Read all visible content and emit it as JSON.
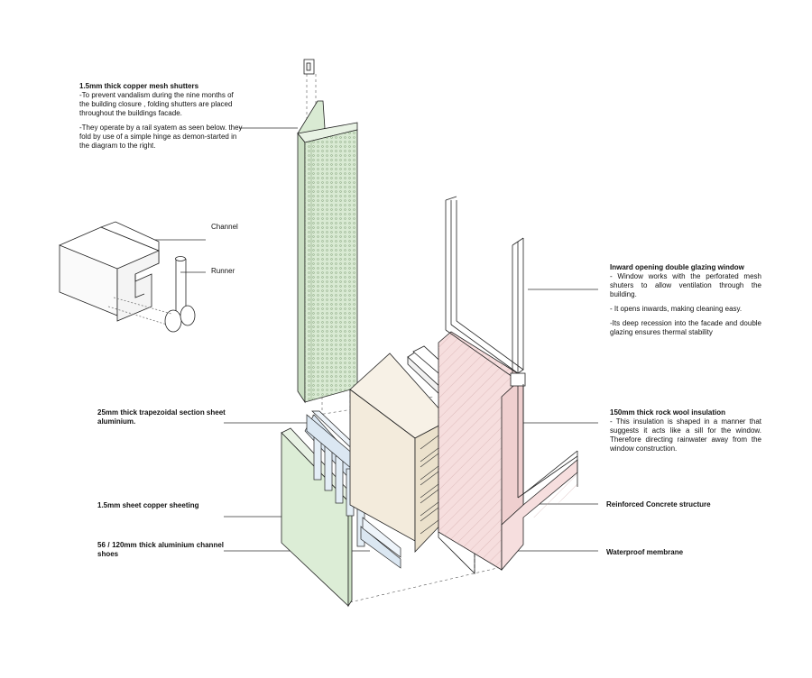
{
  "annotations": {
    "shutters": {
      "title": "1.5mm thick copper mesh shutters",
      "p1": "-To prevent vandalism during the nine months of the building closure , folding shutters are placed throughout the buildings facade.",
      "p2": "-They operate by a rail syatem as seen below. they fold by use of a simple hinge as demon-started in the diagram to the right."
    },
    "channel": "Channel",
    "runner": "Runner",
    "window": {
      "title": "Inward opening double glazing window",
      "p1": "- Window works with the perforated mesh shuters to allow ventilation through the building.",
      "p2": "- It opens inwards, making cleaning easy.",
      "p3": "-Its deep recession into the facade and double glazing ensures thermal stability"
    },
    "trapezoidal": "25mm thick trapezoidal section sheet aluminium.",
    "insulation": {
      "title": "150mm thick rock wool insulation",
      "p1": "- This insulation is shaped in a manner that suggests it acts like a sill for the window. Therefore directing rainwater away from the window construction."
    },
    "sheeting": "1.5mm sheet copper sheeting",
    "concrete": "Reinforced Concrete structure",
    "channel_shoes": "56 / 120mm thick aluminium channel shoes",
    "membrane": "Waterproof membrane"
  },
  "colors": {
    "mesh_green": "#d9ead3",
    "copper_green": "#dcedd6",
    "insulation_beige": "#f3ebdc",
    "concrete_pink": "#f6dede",
    "aluminium_blue": "#dbe7f2",
    "line": "#222222"
  }
}
